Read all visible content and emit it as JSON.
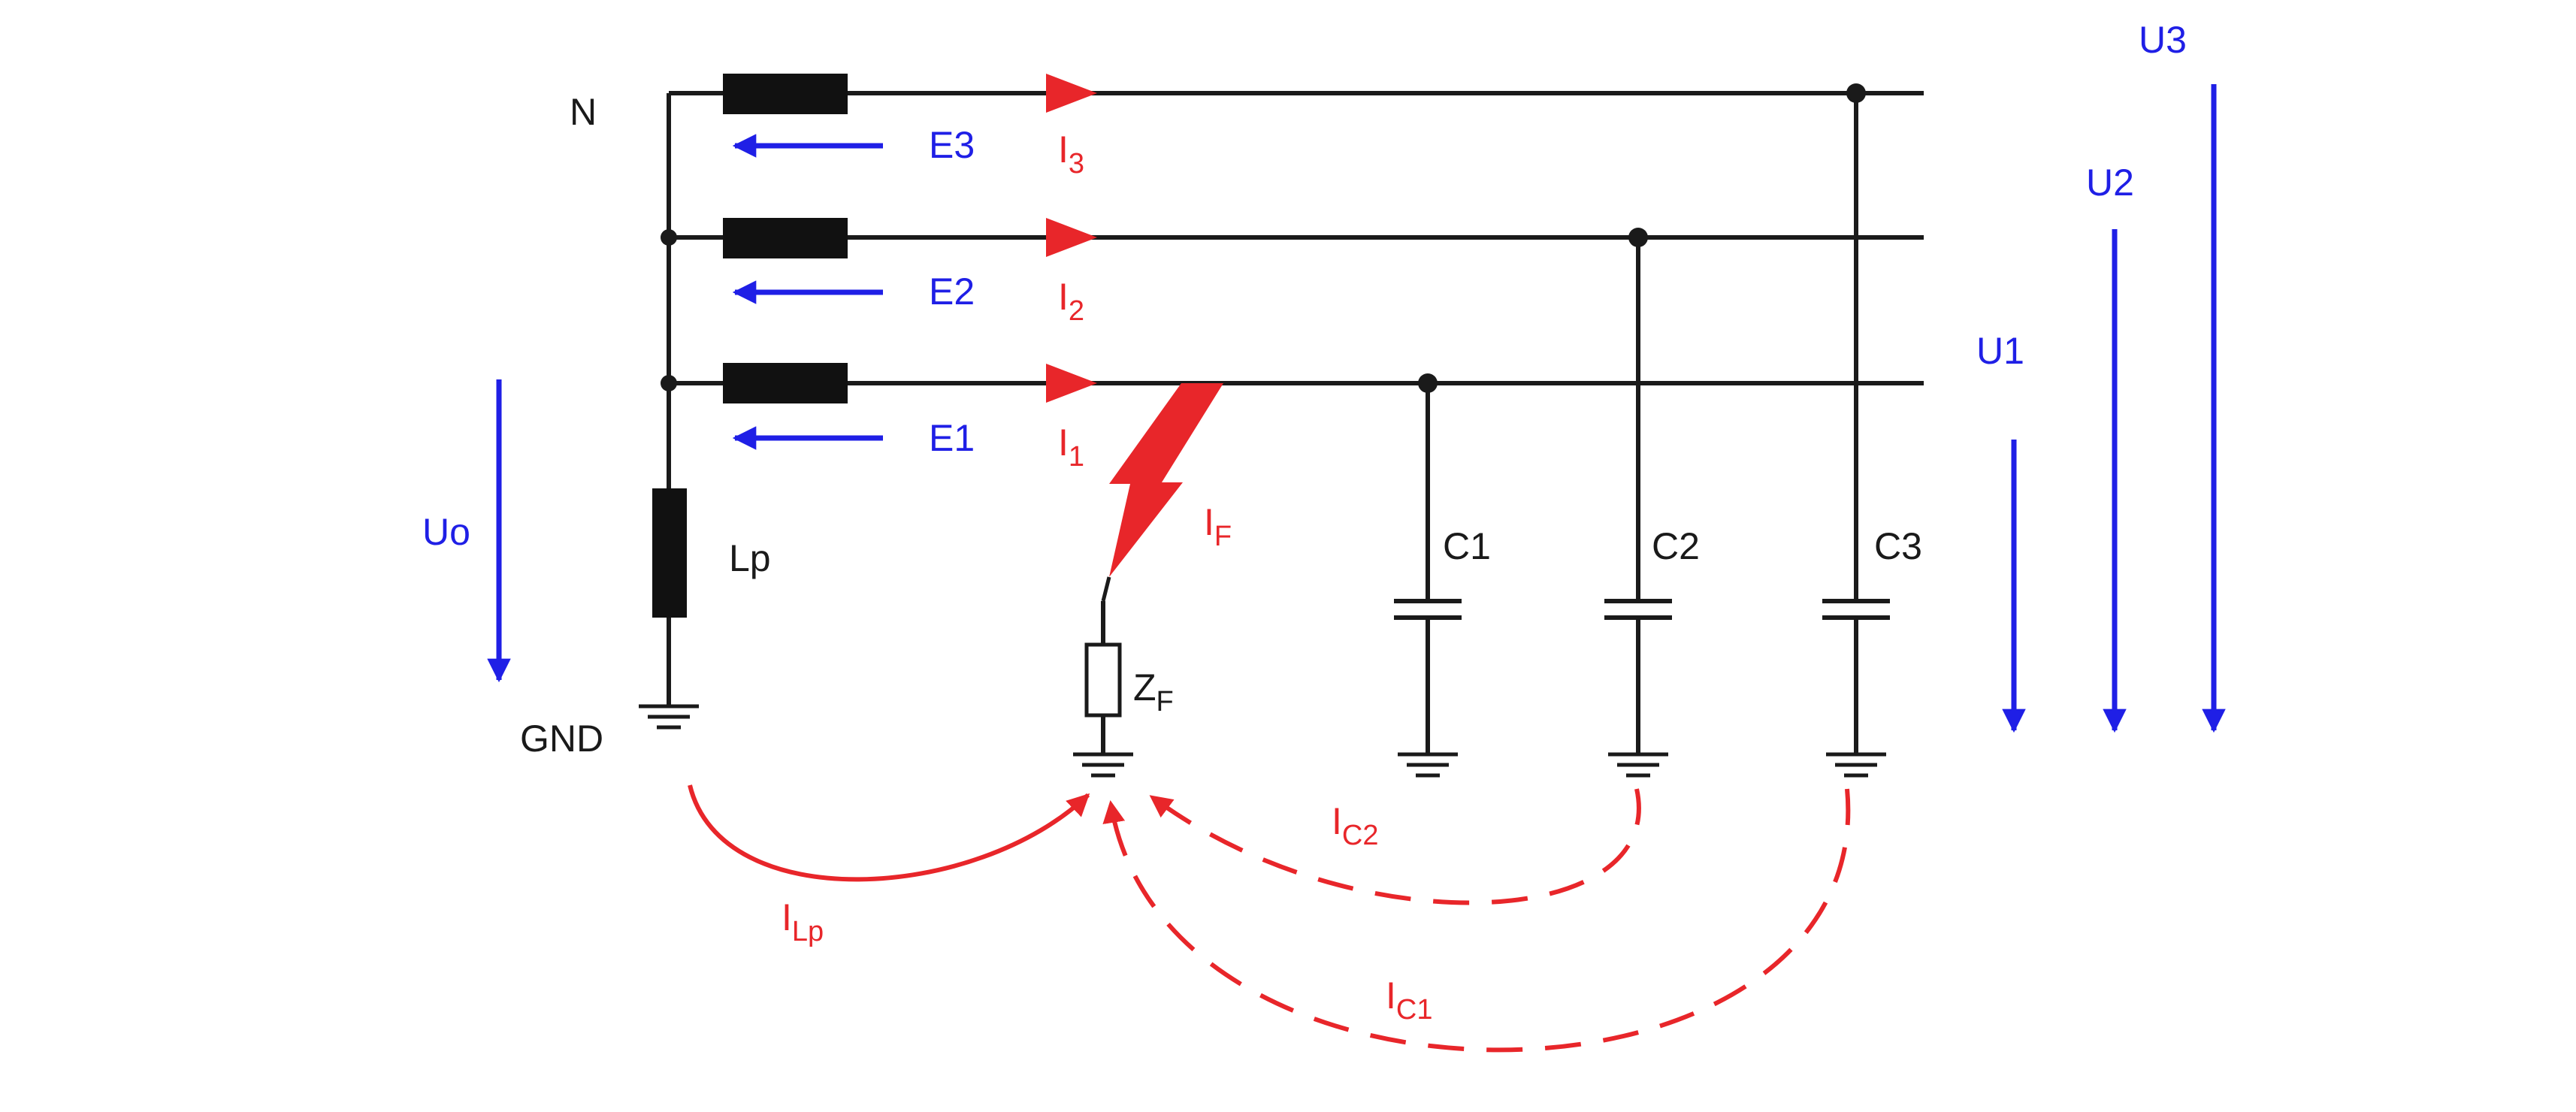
{
  "colors": {
    "wire": "#1a1a1a",
    "voltage": "#1f1fe6",
    "current": "#e8262a"
  },
  "labels": {
    "n": "N",
    "gnd": "GND",
    "lp": "Lp",
    "uo": "Uo",
    "e1": "E1",
    "e2": "E2",
    "e3": "E3",
    "c1": "C1",
    "c2": "C2",
    "c3": "C3",
    "u1": "U1",
    "u2": "U2",
    "u3": "U3",
    "i1": {
      "main": "I",
      "sub": "1"
    },
    "i2": {
      "main": "I",
      "sub": "2"
    },
    "i3": {
      "main": "I",
      "sub": "3"
    },
    "if": {
      "main": "I",
      "sub": "F"
    },
    "zf": {
      "main": "Z",
      "sub": "F"
    },
    "ilp": {
      "main": "I",
      "sub": "Lp"
    },
    "ic1": {
      "main": "I",
      "sub": "C1"
    },
    "ic2": {
      "main": "I",
      "sub": "C2"
    }
  },
  "icons": {
    "fault": "lightning-bolt-icon",
    "ground": "ground-icon",
    "capacitor": "capacitor-icon",
    "inductor": "inductor-icon",
    "impedance": "resistor-icon"
  }
}
